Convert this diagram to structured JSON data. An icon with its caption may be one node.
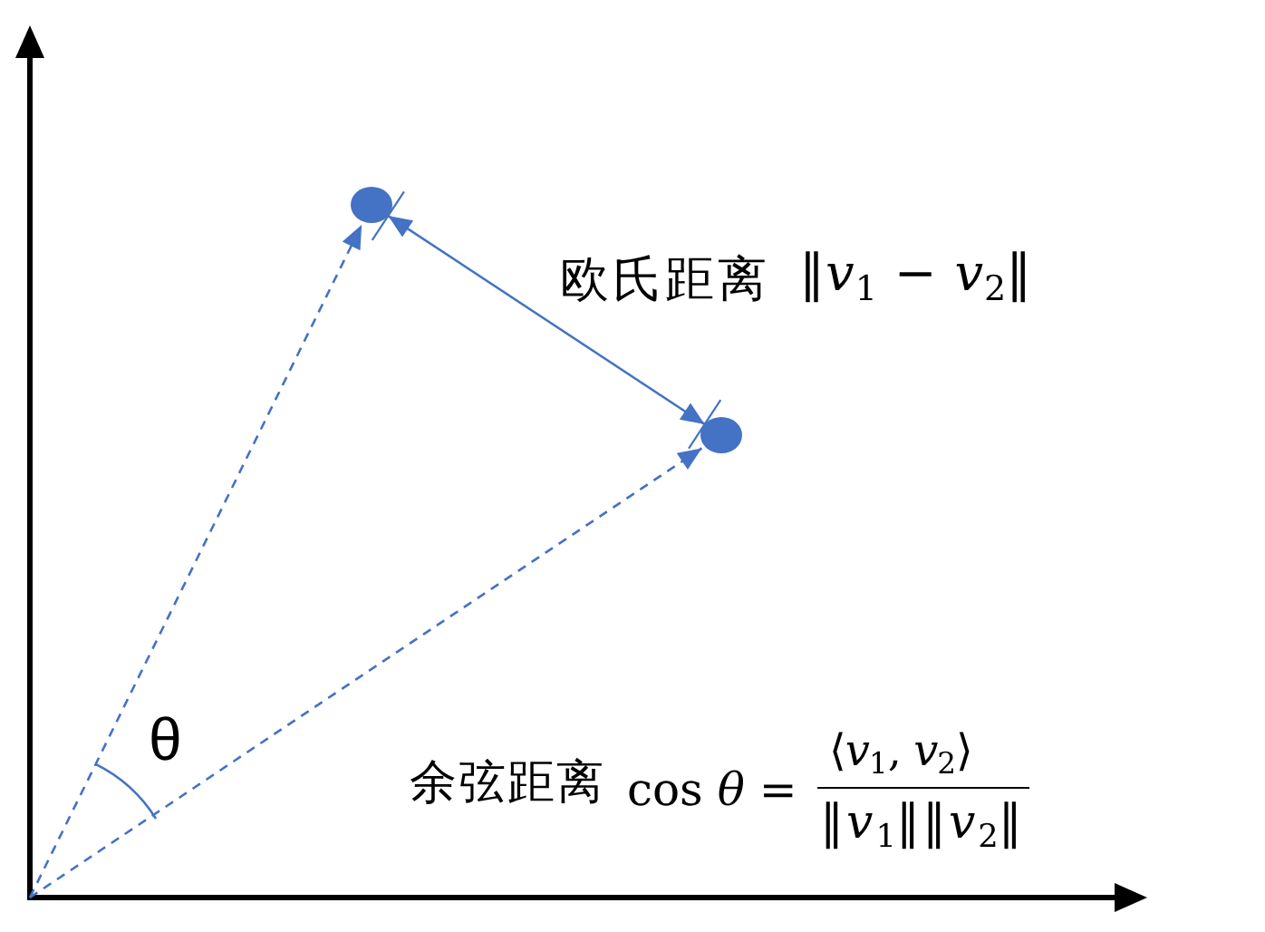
{
  "diagram": {
    "nodes": [
      {
        "text": [],
        "shape": "axes"
      },
      {
        "text": [],
        "shape": "circle",
        "in": 0
      },
      {
        "text": [],
        "shape": "circle",
        "in": 0
      }
    ],
    "edges": [
      {
        "from": 0,
        "to": 1,
        "arrow": "to",
        "style": "dashed"
      },
      {
        "from": 0,
        "to": 2,
        "arrow": "to",
        "style": "dashed"
      },
      {
        "from": 1,
        "to": 2,
        "arrow": "both"
      }
    ],
    "labels": [
      "欧氏距离",
      "‖*v*$_{1}$ − *v*$_{2}$‖",
      "θ",
      "余弦距离",
      "cos *θ* =",
      "⟨*v*$_{1}$, *v*$_{2}$⟩",
      "‖*v*$_{1}$‖‖*v*$_{2}$‖"
    ]
  }
}
